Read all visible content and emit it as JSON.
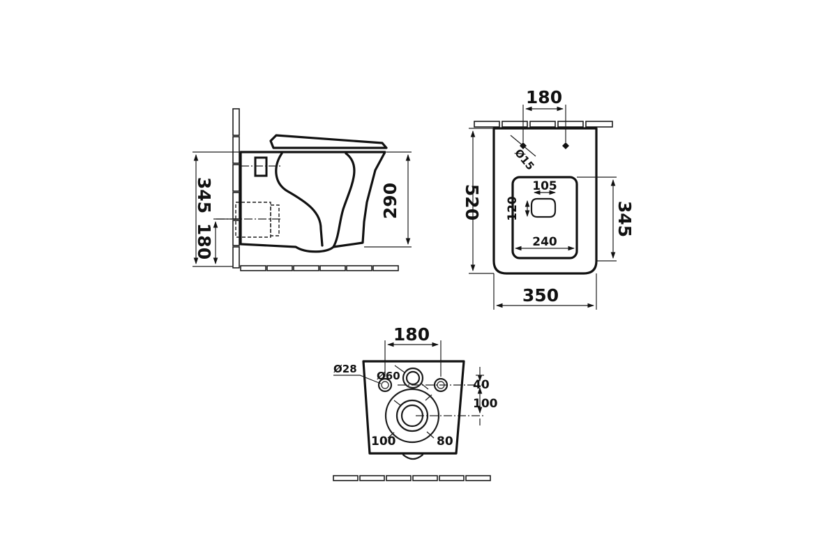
{
  "header_text": "",
  "side_view": {
    "dim_345": "345",
    "dim_180": "180",
    "dim_290": "290"
  },
  "top_view": {
    "dim_180": "180",
    "dim_d15": "Ø15",
    "dim_520": "520",
    "dim_105": "105",
    "dim_120": "120",
    "dim_240": "240",
    "dim_345": "345",
    "dim_350": "350"
  },
  "back_view": {
    "dim_180": "180",
    "dim_d28": "Ø28",
    "dim_d60": "Ø60",
    "dim_40": "40",
    "dim_100_right": "100",
    "dim_100_left": "100",
    "dim_80": "80"
  }
}
